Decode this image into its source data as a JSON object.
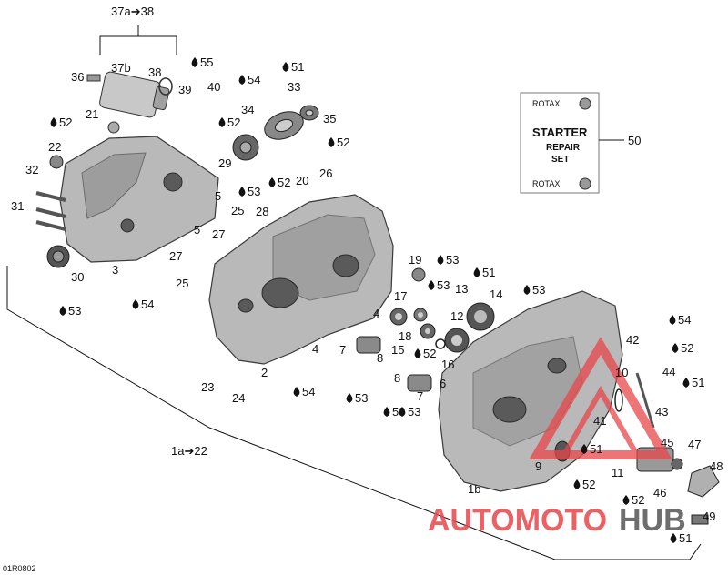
{
  "diagram": {
    "code": "01R0802",
    "starter_kit": {
      "header": "37a➔38",
      "part_37b": "37b",
      "part_38": "38",
      "part_36": "36"
    },
    "crankcase_range": "1a➔22",
    "part_1b": "1b",
    "repair_set": {
      "number": "50",
      "brand_top": "ROTAX",
      "brand_bottom": "ROTAX",
      "title": "STARTER",
      "line2": "REPAIR",
      "line3": "SET"
    },
    "labels": {
      "p2": "2",
      "p3": "3",
      "p4a": "4",
      "p4b": "4",
      "p5a": "5",
      "p5b": "5",
      "p6": "6",
      "p7a": "7",
      "p7b": "7",
      "p8a": "8",
      "p8b": "8",
      "p9": "9",
      "p10": "10",
      "p11": "11",
      "p12": "12",
      "p13": "13",
      "p14": "14",
      "p15": "15",
      "p16": "16",
      "p17": "17",
      "p18": "18",
      "p19": "19",
      "p20": "20",
      "p21": "21",
      "p22": "22",
      "p23": "23",
      "p24": "24",
      "p25a": "25",
      "p25b": "25",
      "p26": "26",
      "p27a": "27",
      "p27b": "27",
      "p28": "28",
      "p29": "29",
      "p30": "30",
      "p31": "31",
      "p32": "32",
      "p33": "33",
      "p34": "34",
      "p35": "35",
      "p39": "39",
      "p40": "40",
      "p41": "41",
      "p42": "42",
      "p43": "43",
      "p44": "44",
      "p45": "45",
      "p46": "46",
      "p47": "47",
      "p48": "48",
      "p49": "49"
    },
    "drop_labels": {
      "d55": "55",
      "d51a": "51",
      "d54a": "54",
      "d52a": "52",
      "d52b": "52",
      "d53a": "53",
      "d52c": "52",
      "d52d": "52",
      "d53b": "53",
      "d54b": "54",
      "d53c": "53",
      "d51b": "51",
      "d53d": "53",
      "d53e": "53",
      "d53f": "53",
      "d52e": "52",
      "d53g": "53",
      "d54c": "54",
      "d53h": "53",
      "d54d": "54",
      "d52f": "52",
      "d51c": "51",
      "d51d": "51",
      "d52g": "52",
      "d52h": "52",
      "d51e": "51"
    },
    "watermark": {
      "text_left": "AUTOMOTO",
      "text_right": "HUB",
      "color_left": "#e8464a",
      "color_right": "#555555"
    }
  }
}
